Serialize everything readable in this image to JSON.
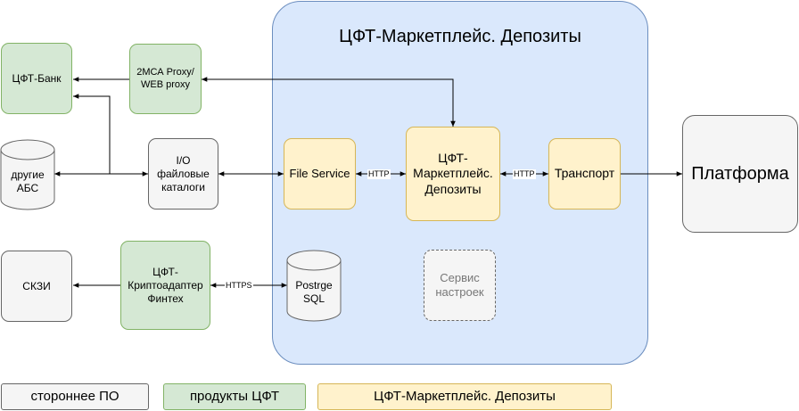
{
  "container": {
    "title": "ЦФТ-Маркетплейс. Депозиты"
  },
  "nodes": {
    "cft_bank": "ЦФТ-Банк",
    "proxy": "2МСА Proxy/\nWEB proxy",
    "other_abs": "другие\nАБС",
    "io_catalogs": "I/O\nфайловые\nкаталоги",
    "skzi": "СКЗИ",
    "crypto_adapter": "ЦФТ-\nКриптоадаптер\nФинтех",
    "file_service": "File Service",
    "marketplace": "ЦФТ-\nМаркетплейс.\nДепозиты",
    "transport": "Транспорт",
    "platform": "Платформа",
    "postgres": "Postrge\nSQL",
    "settings_service": "Сервис\nнастроек"
  },
  "edge_labels": {
    "fs_mp": "HTTP",
    "mp_tr": "HTTP",
    "crypto_pg": "HTTPS"
  },
  "legend": [
    {
      "label": "стороннее ПО",
      "fill": "#f5f5f5",
      "stroke": "#666666"
    },
    {
      "label": "продукты ЦФТ",
      "fill": "#d5e8d4",
      "stroke": "#82b366"
    },
    {
      "label": "ЦФТ-Маркетплейс. Депозиты",
      "fill": "#fff2cc",
      "stroke": "#d6b656"
    }
  ],
  "colors": {
    "container_fill": "#dae8fc",
    "container_stroke": "#6c8ebf",
    "third_party_fill": "#f5f5f5",
    "cft_product_fill": "#d5e8d4",
    "marketplace_fill": "#fff2cc"
  }
}
